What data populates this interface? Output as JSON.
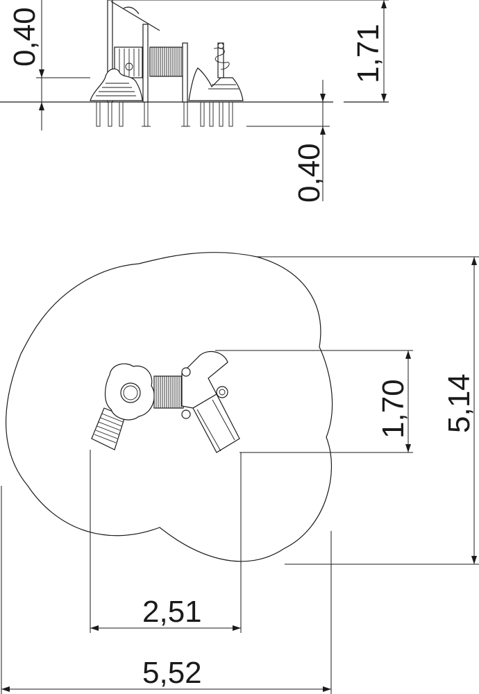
{
  "elevation_view": {
    "dim_foundation_left": "0,40",
    "dim_height": "1,71",
    "dim_foundation_right": "0,40"
  },
  "plan_view": {
    "dim_safety_depth": "5,14",
    "dim_equipment_depth": "1,70",
    "dim_equipment_width": "2,51",
    "dim_safety_width": "5,52"
  }
}
